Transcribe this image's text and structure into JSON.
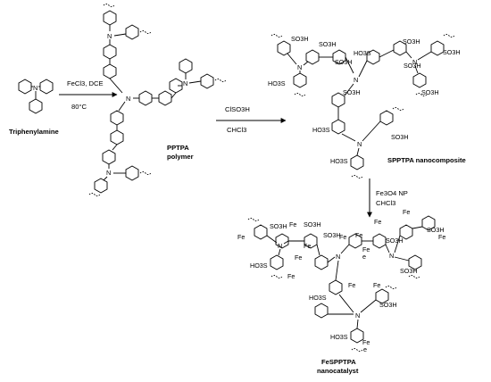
{
  "labels": {
    "triphenylamine": "Triphenylamine",
    "pptpa_1": "PPTPA",
    "pptpa_2": "polymer",
    "spptpa": "SPPTPA nanocomposite",
    "fespptpa_1": "FeSPPTPA",
    "fespptpa_2": "nanocatalyst"
  },
  "conditions": {
    "step1_reagent": "FeCl3, DCE",
    "step1_temp": "80°C",
    "step2_reagent": "ClSO3H",
    "step2_solvent": "CHCl3",
    "step3_reagent": "Fe3O4 NP",
    "step3_solvent": "CHCl3"
  },
  "atoms": {
    "nitrogen": "N",
    "iron": "Fe",
    "sulfonic_right": "SO3H",
    "sulfonic_left": "HO3S",
    "iron_split_e": "e"
  }
}
